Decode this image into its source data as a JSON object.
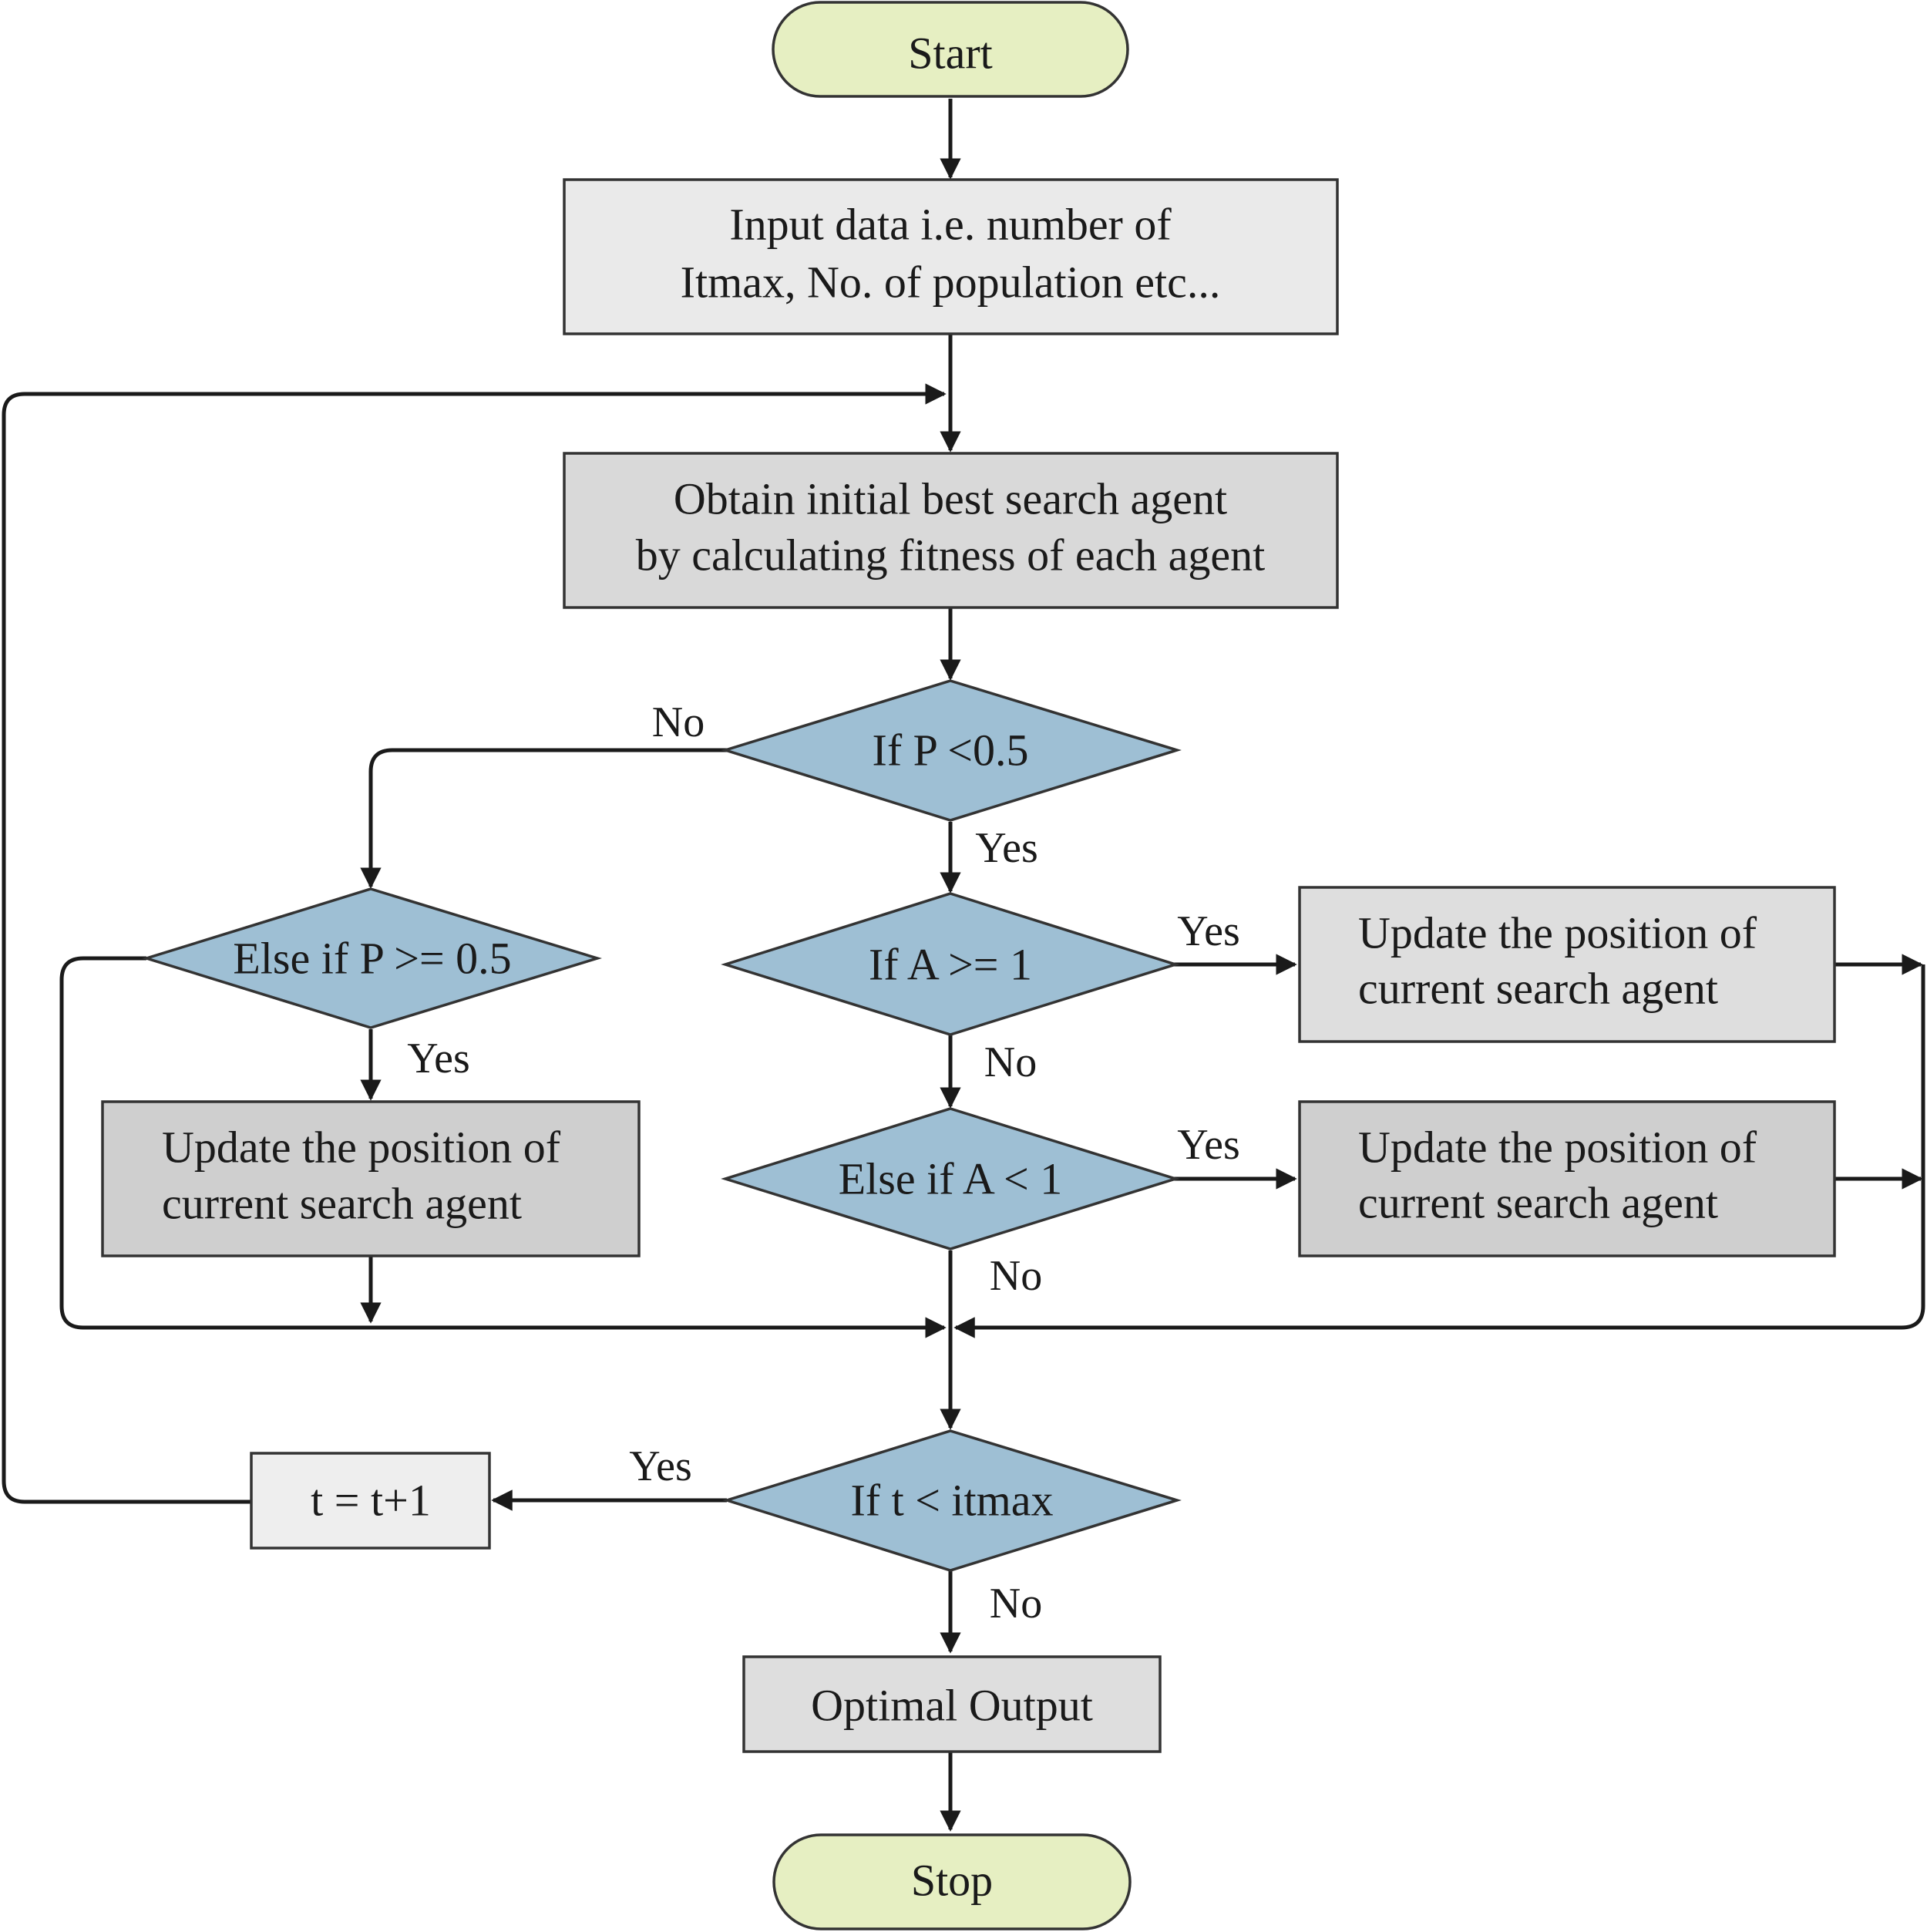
{
  "nodes": {
    "start": {
      "text": "Start",
      "fill": "#e6efc2"
    },
    "input": {
      "line1": "Input data i.e. number of",
      "line2": "Itmax, No. of population etc...",
      "fill": "#eaeaea"
    },
    "obtain": {
      "line1": "Obtain initial best search agent",
      "line2": "by calculating fitness of each agent",
      "fill": "#d9d9d9"
    },
    "if_p": {
      "text": "If  P <0.5",
      "fill": "#9ebfd4"
    },
    "else_p": {
      "text": "Else if  P >= 0.5",
      "fill": "#9ebfd4"
    },
    "if_a": {
      "text": "If  A >= 1",
      "fill": "#9ebfd4"
    },
    "else_a": {
      "text": "Else if  A < 1",
      "fill": "#9ebfd4"
    },
    "update_left": {
      "line1": "Update the position of",
      "line2": "current search agent",
      "fill": "#cfcfcf"
    },
    "update_right_top": {
      "line1": "Update the position of",
      "line2": "current search agent",
      "fill": "#dedede"
    },
    "update_right_bottom": {
      "line1": "Update the position of",
      "line2": "current search agent",
      "fill": "#cfcfcf"
    },
    "if_t": {
      "text": "If  t < itmax",
      "fill": "#9ebfd4"
    },
    "increment": {
      "text": "t = t+1",
      "fill": "#eeeeee"
    },
    "output": {
      "text": "Optimal Output",
      "fill": "#dedede"
    },
    "stop": {
      "text": "Stop",
      "fill": "#e6efc2"
    }
  },
  "edge_labels": {
    "p_no": "No",
    "p_yes": "Yes",
    "a_yes": "Yes",
    "a_no": "No",
    "else_a_yes": "Yes",
    "else_a_no": "No",
    "else_p_yes": "Yes",
    "t_yes": "Yes",
    "t_no": "No"
  },
  "colors": {
    "line": "#1a1a1a",
    "border": "#333333"
  }
}
